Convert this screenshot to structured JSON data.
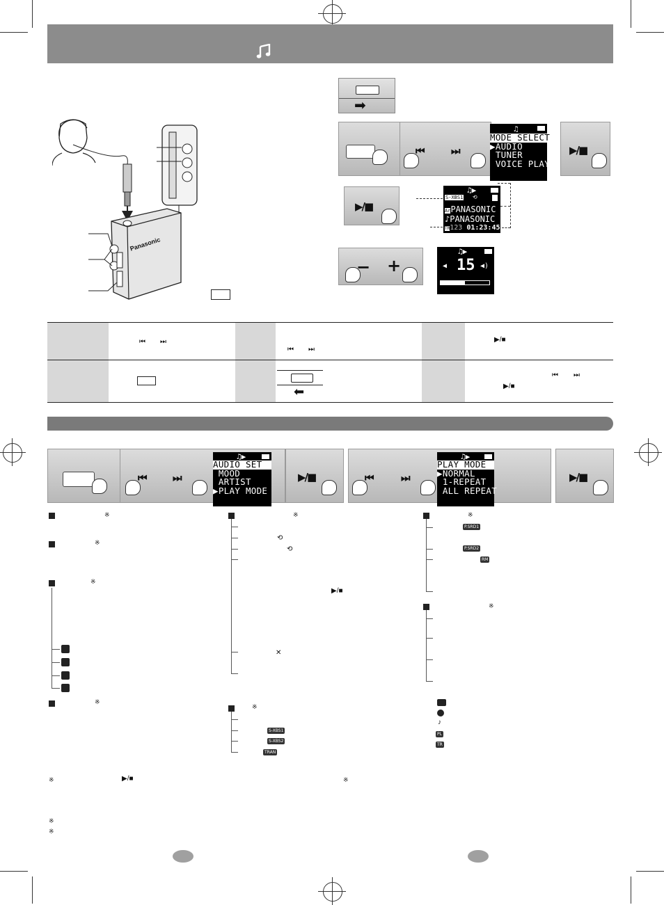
{
  "header": {
    "note_icon": "music-note-icon",
    "color": "#8c8c8c"
  },
  "section_bar": {
    "color": "#7a7a7a"
  },
  "hold_switch_panel": {
    "arrow": "➡"
  },
  "device": {
    "brand": "Panasonic"
  },
  "mode_select_screen": {
    "lines": [
      "MODE SELECT",
      "AUDIO",
      "TUNER",
      "VOICE PLAY"
    ]
  },
  "playback_screen": {
    "sxbs": "S-XBS1",
    "line1": "PANASONIC",
    "line2": "PANASONIC",
    "track": "123",
    "time": "01:23:45"
  },
  "volume_screen": {
    "level": "15",
    "fill_fraction": 0.5
  },
  "audio_set_screen": {
    "lines": [
      "AUDIO SET",
      "MOOD",
      "ARTIST",
      "PLAY MODE"
    ]
  },
  "play_mode_screen": {
    "lines": [
      "PLAY MODE",
      "NORMAL",
      "1-REPEAT",
      "ALL REPEAT"
    ]
  },
  "icons": {
    "skip_back": "⏮",
    "skip_fwd": "⏭",
    "play_stop": "▶/■",
    "minus": "−",
    "plus": "+",
    "ref_mark": "※"
  },
  "badges": {
    "psrd1": "P.SRD1",
    "psrd2": "P.SRD2",
    "rm": "RM",
    "sxbs1": "S-XBS1",
    "sxbs2": "S-XBS2",
    "tran": "TRAN",
    "pl": "PL",
    "tr": "TR"
  }
}
